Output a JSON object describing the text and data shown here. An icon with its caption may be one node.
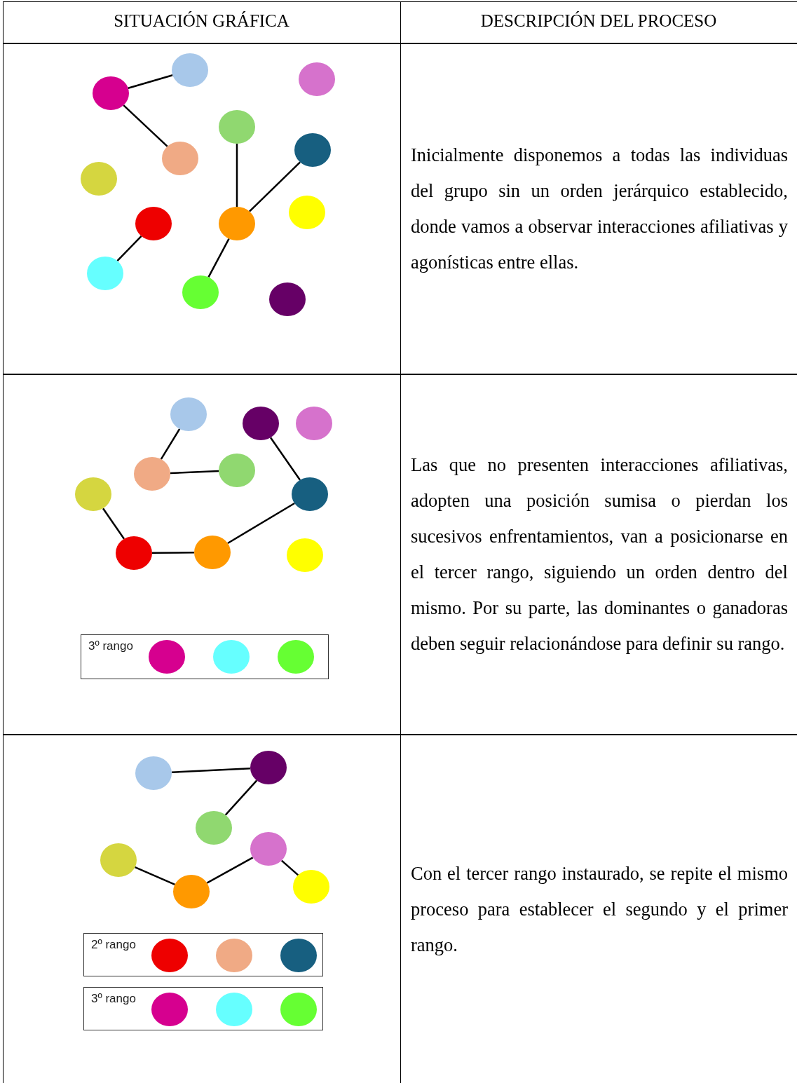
{
  "diagram": {
    "nodes": [
      {
        "text": [],
        "shape": "circle"
      },
      {
        "text": [],
        "shape": "circle"
      },
      {
        "text": [],
        "shape": "circle"
      },
      {
        "text": [],
        "shape": "circle"
      },
      {
        "text": [],
        "shape": "circle"
      },
      {
        "text": [],
        "shape": "circle"
      },
      {
        "text": [],
        "shape": "circle"
      },
      {
        "text": [],
        "shape": "circle"
      },
      {
        "text": [],
        "shape": "circle"
      },
      {
        "text": [],
        "shape": "circle"
      },
      {
        "text": [],
        "shape": "circle"
      },
      {
        "text": [],
        "shape": "circle"
      },
      {
        "text": [],
        "shape": "circle"
      },
      {
        "text": [],
        "shape": "circle"
      },
      {
        "text": [],
        "shape": "circle"
      },
      {
        "text": [],
        "shape": "circle"
      },
      {
        "text": [],
        "shape": "circle"
      },
      {
        "text": [],
        "shape": "circle"
      },
      {
        "text": [],
        "shape": "circle"
      },
      {
        "text": [],
        "shape": "circle"
      },
      {
        "text": [],
        "shape": "circle"
      },
      {
        "text": [],
        "shape": "circle"
      },
      {
        "text": [],
        "shape": "circle"
      },
      {
        "text": [
          "3º rango"
        ]
      },
      {
        "text": [],
        "shape": "circle",
        "in": 23
      },
      {
        "text": [],
        "shape": "circle",
        "in": 23
      },
      {
        "text": [],
        "shape": "circle",
        "in": 23
      },
      {
        "text": [],
        "shape": "circle"
      },
      {
        "text": [],
        "shape": "circle"
      },
      {
        "text": [],
        "shape": "circle"
      },
      {
        "text": [],
        "shape": "circle"
      },
      {
        "text": [],
        "shape": "circle"
      },
      {
        "text": [],
        "shape": "circle"
      },
      {
        "text": [],
        "shape": "circle"
      },
      {
        "text": [
          "2º rango"
        ]
      },
      {
        "text": [],
        "shape": "circle",
        "in": 34
      },
      {
        "text": [],
        "shape": "circle",
        "in": 34
      },
      {
        "text": [],
        "shape": "circle",
        "in": 34
      },
      {
        "text": [
          "3º rango"
        ]
      },
      {
        "text": [],
        "shape": "circle",
        "in": 38
      },
      {
        "text": [],
        "shape": "circle",
        "in": 38
      },
      {
        "text": [],
        "shape": "circle",
        "in": 38
      }
    ],
    "edges": [
      {
        "from": 0,
        "to": 1,
        "arrow": "none"
      },
      {
        "from": 0,
        "to": 5,
        "arrow": "none"
      },
      {
        "from": 3,
        "to": 9,
        "arrow": "none"
      },
      {
        "from": 4,
        "to": 9,
        "arrow": "none"
      },
      {
        "from": 8,
        "to": 10,
        "arrow": "none"
      },
      {
        "from": 9,
        "to": 11,
        "arrow": "none"
      },
      {
        "from": 13,
        "to": 17,
        "arrow": "none"
      },
      {
        "from": 17,
        "to": 16,
        "arrow": "none"
      },
      {
        "from": 14,
        "to": 19,
        "arrow": "none"
      },
      {
        "from": 18,
        "to": 20,
        "arrow": "none"
      },
      {
        "from": 20,
        "to": 21,
        "arrow": "none"
      },
      {
        "from": 21,
        "to": 19,
        "arrow": "none"
      },
      {
        "from": 27,
        "to": 28,
        "arrow": "none"
      },
      {
        "from": 28,
        "to": 29,
        "arrow": "none"
      },
      {
        "from": 30,
        "to": 32,
        "arrow": "none"
      },
      {
        "from": 32,
        "to": 31,
        "arrow": "none"
      },
      {
        "from": 31,
        "to": 33,
        "arrow": "none"
      }
    ],
    "labels": [
      "SITUACIÓN GRÁFICA",
      "DESCRIPCIÓN DEL PROCESO",
      "Inicialmente disponemos a todas las individuas del grupo sin un orden jerárquico establecido, donde vamos a observar interacciones afiliativas y agonísticas entre ellas.",
      "Las que no presenten interacciones afiliativas, adopten una posición sumisa o pierdan los sucesivos enfrentamientos, van a posicionarse en el tercer rango, siguiendo un orden dentro del mismo. Por su parte, las dominantes o ganadoras deben seguir relacionándose para definir su rango.",
      "Con el tercer rango instaurado, se repite el mismo proceso para establecer el segundo y el primer rango."
    ]
  }
}
